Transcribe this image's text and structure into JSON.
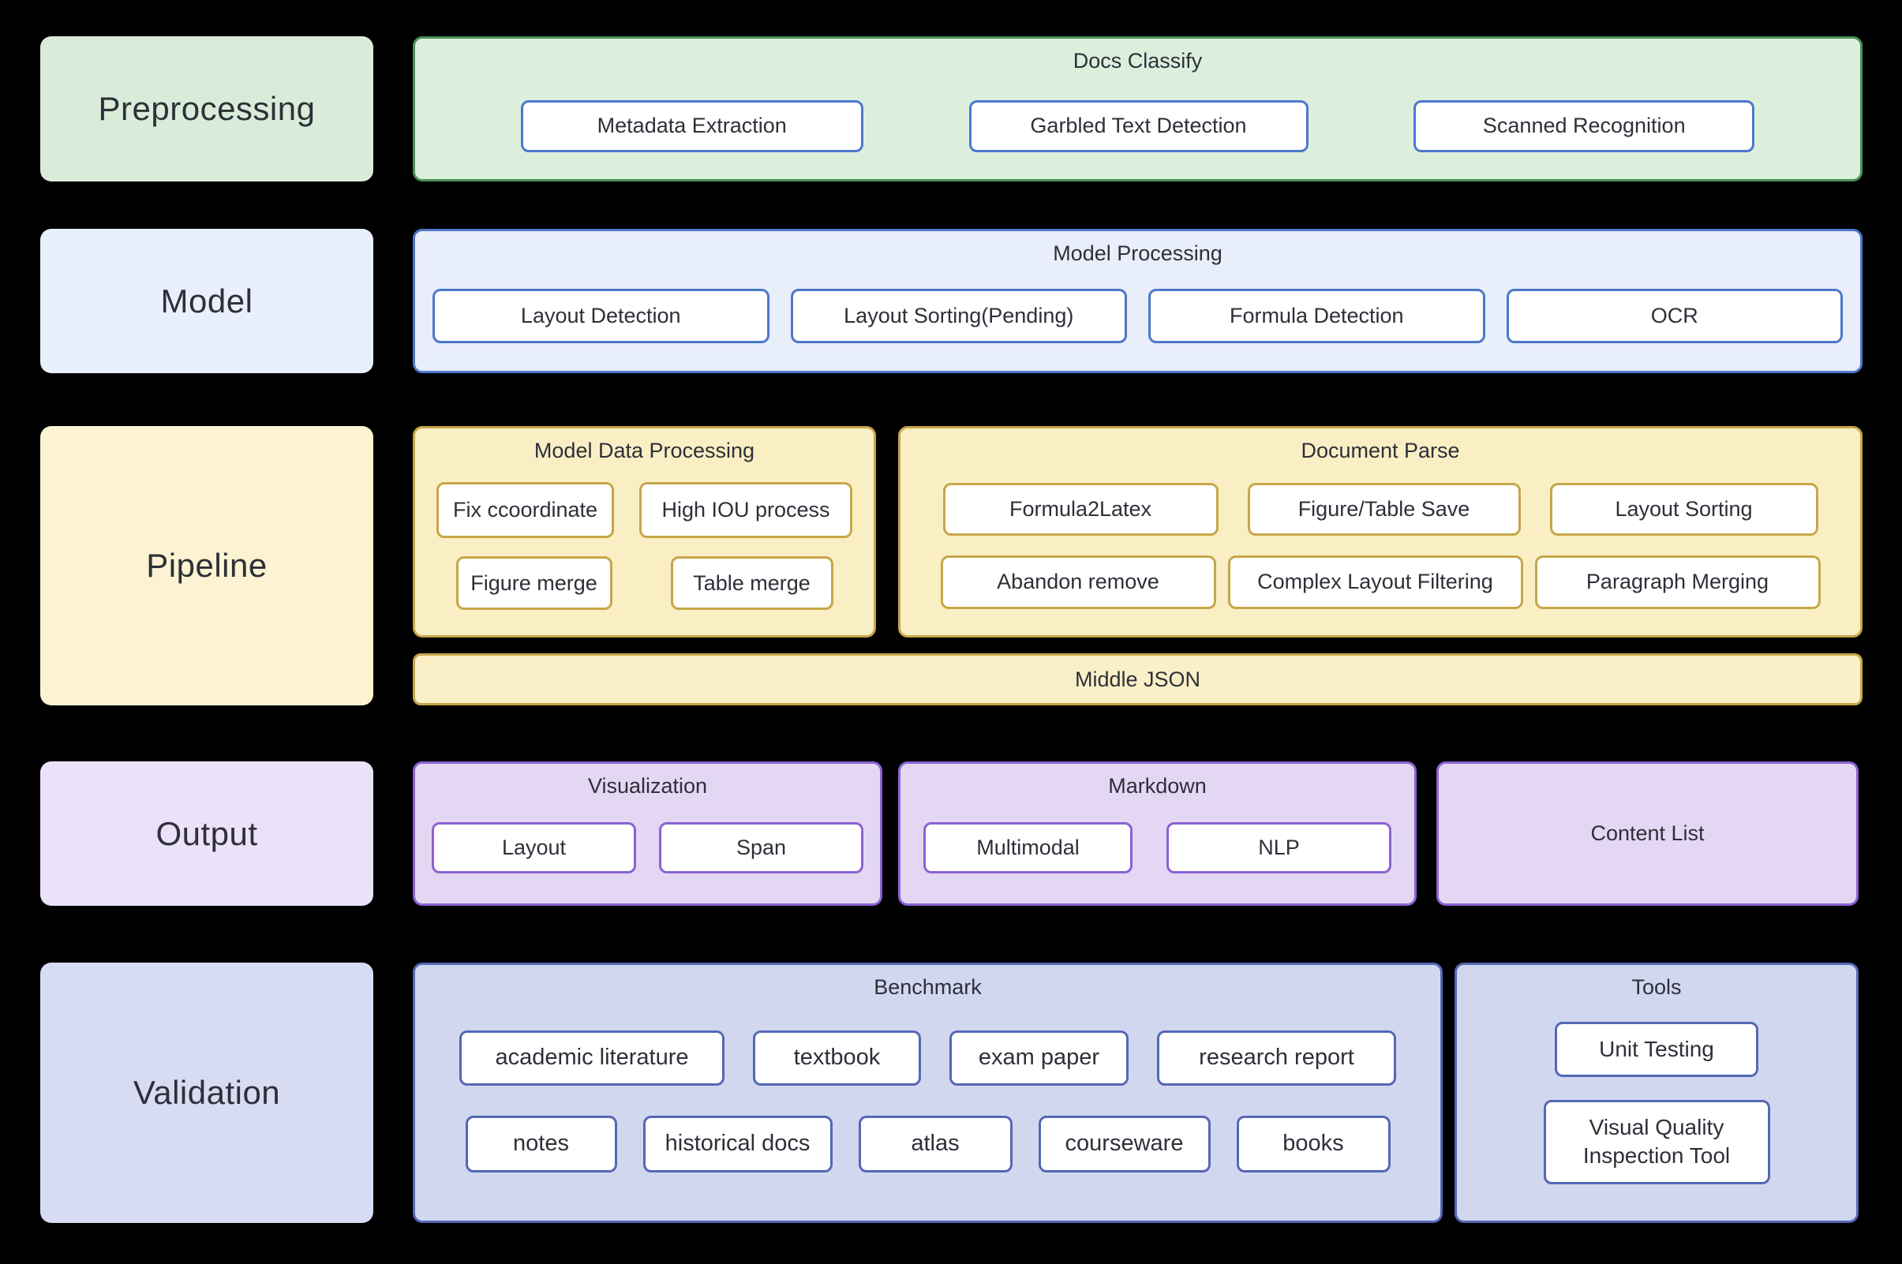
{
  "diagram": {
    "rows": {
      "preprocessing": {
        "label": "Preprocessing",
        "docs_classify": {
          "title": "Docs Classify",
          "items": [
            "Metadata Extraction",
            "Garbled Text Detection",
            "Scanned Recognition"
          ]
        }
      },
      "model": {
        "label": "Model",
        "model_processing": {
          "title": "Model Processing",
          "items": [
            "Layout Detection",
            "Layout Sorting(Pending)",
            "Formula Detection",
            "OCR"
          ]
        }
      },
      "pipeline": {
        "label": "Pipeline",
        "model_data_processing": {
          "title": "Model Data Processing",
          "row1": [
            "Fix ccoordinate",
            "High IOU process"
          ],
          "row2": [
            "Figure merge",
            "Table merge"
          ]
        },
        "document_parse": {
          "title": "Document Parse",
          "row1": [
            "Formula2Latex",
            "Figure/Table Save",
            "Layout Sorting"
          ],
          "row2": [
            "Abandon remove",
            "Complex Layout Filtering",
            "Paragraph Merging"
          ]
        },
        "middle_json": "Middle JSON"
      },
      "output": {
        "label": "Output",
        "visualization": {
          "title": "Visualization",
          "items": [
            "Layout",
            "Span"
          ]
        },
        "markdown": {
          "title": "Markdown",
          "items": [
            "Multimodal",
            "NLP"
          ]
        },
        "content_list": {
          "title": "Content List"
        }
      },
      "validation": {
        "label": "Validation",
        "benchmark": {
          "title": "Benchmark",
          "row1": [
            "academic literature",
            "textbook",
            "exam paper",
            "research report"
          ],
          "row2": [
            "notes",
            "historical docs",
            "atlas",
            "courseware",
            "books"
          ]
        },
        "tools": {
          "title": "Tools",
          "items": [
            "Unit Testing",
            "Visual Quality Inspection Tool"
          ]
        }
      }
    },
    "colors": {
      "background": "#000000",
      "text": "#2d3038",
      "green_border": "#4c8f58",
      "green_fill": "#dcefdd",
      "green_label_fill": "#d9ecda",
      "blue_border": "#4d77cb",
      "blue_fill": "#e9eefb",
      "blue_label_fill": "#e9effc",
      "gold_border": "#c6a748",
      "gold_fill": "#faeec5",
      "gold_label_fill": "#fdf3d2",
      "purple_border": "#8a62d4",
      "purple_fill": "#e4d7f4",
      "purple_label_fill": "#ebe1f9",
      "periwinkle_border": "#5468b4",
      "periwinkle_fill": "#d2d7f0",
      "periwinkle_label_fill": "#d7dcf3"
    }
  }
}
